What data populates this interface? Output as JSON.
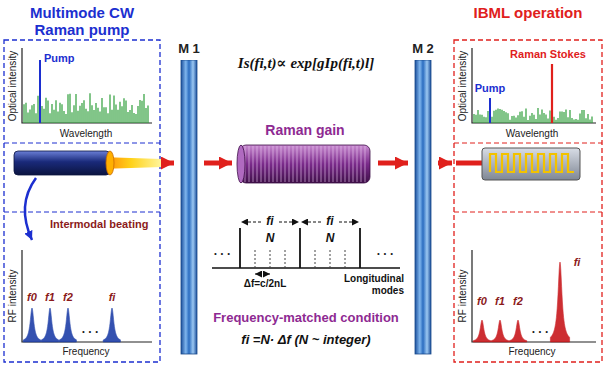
{
  "diagram": {
    "nodes": [
      {
        "text": [
          "Multimode CW Raman pump"
        ]
      },
      {
        "text": [
          "M 1"
        ]
      },
      {
        "text": [
          "Raman gain"
        ]
      },
      {
        "text": [
          "M 2"
        ]
      },
      {
        "text": [
          "IBML operation"
        ]
      }
    ],
    "edges": [
      {
        "from": 0,
        "to": 1,
        "arrow": "to"
      },
      {
        "from": 1,
        "to": 2,
        "arrow": "to"
      },
      {
        "from": 2,
        "to": 3,
        "arrow": "to"
      },
      {
        "from": 3,
        "to": 4,
        "arrow": "to"
      }
    ],
    "labels": [
      "Optical intensity",
      "Pump",
      "Wavelength",
      "Intermodal beating",
      "RF intensity",
      "f0",
      "f1",
      "f2",
      ". . .",
      "fi",
      "Frequency",
      "Is(fi,t)∝ exp[gIp(fi,t)l]",
      ". . .",
      "fi",
      "N",
      "fi",
      "N",
      ". . .",
      "Δf=c/2nL",
      "Longitudinal modes",
      "Frequency-matched condition",
      "fi =N· Δf (N ~ integer)",
      "Optical intensity",
      "Raman Stokes",
      "Pump",
      "Wavelength",
      "RF intensity",
      "f0",
      "f1",
      "f2",
      ". . .",
      "fi",
      "Frequency"
    ]
  }
}
